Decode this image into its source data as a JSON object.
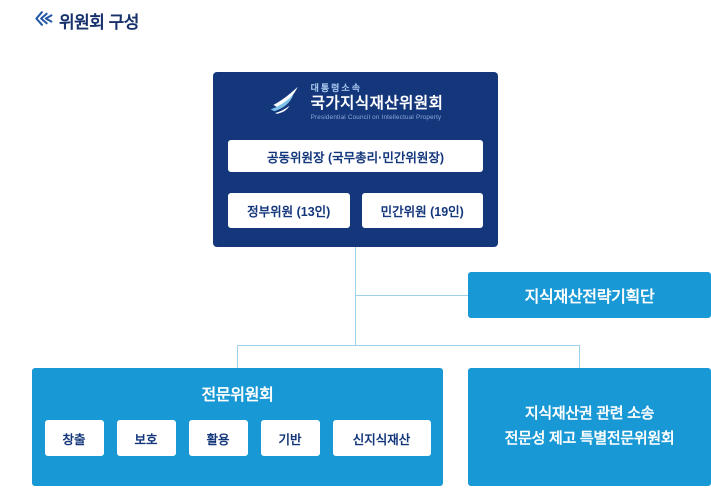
{
  "page": {
    "title": "위원회 구성"
  },
  "org": {
    "council": {
      "affiliation": "대통령소속",
      "name": "국가지식재산위원회",
      "name_en": "Presidential Council on Intellectual Property",
      "cochair": "공동위원장 (국무총리·민간위원장)",
      "members": [
        {
          "label": "정부위원 (13인)"
        },
        {
          "label": "민간위원 (19인)"
        }
      ]
    },
    "strategy_group": "지식재산전략기획단",
    "expert_committee": {
      "title": "전문위원회",
      "subcommittees": [
        "창출",
        "보호",
        "활용",
        "기반",
        "신지식재산"
      ]
    },
    "special_committee": {
      "line1": "지식재산권 관련 소송",
      "line2": "전문성 제고 특별전문위원회"
    }
  },
  "icons": {
    "title_icon": "triple-chevron-wing-icon",
    "council_logo": "stylized-wing-book-logo"
  },
  "colors": {
    "navy": "#14377c",
    "blue": "#1899d5",
    "connector": "#9ecfeb",
    "title_text": "#16316b",
    "logo_accent": "#7ec3ea"
  }
}
